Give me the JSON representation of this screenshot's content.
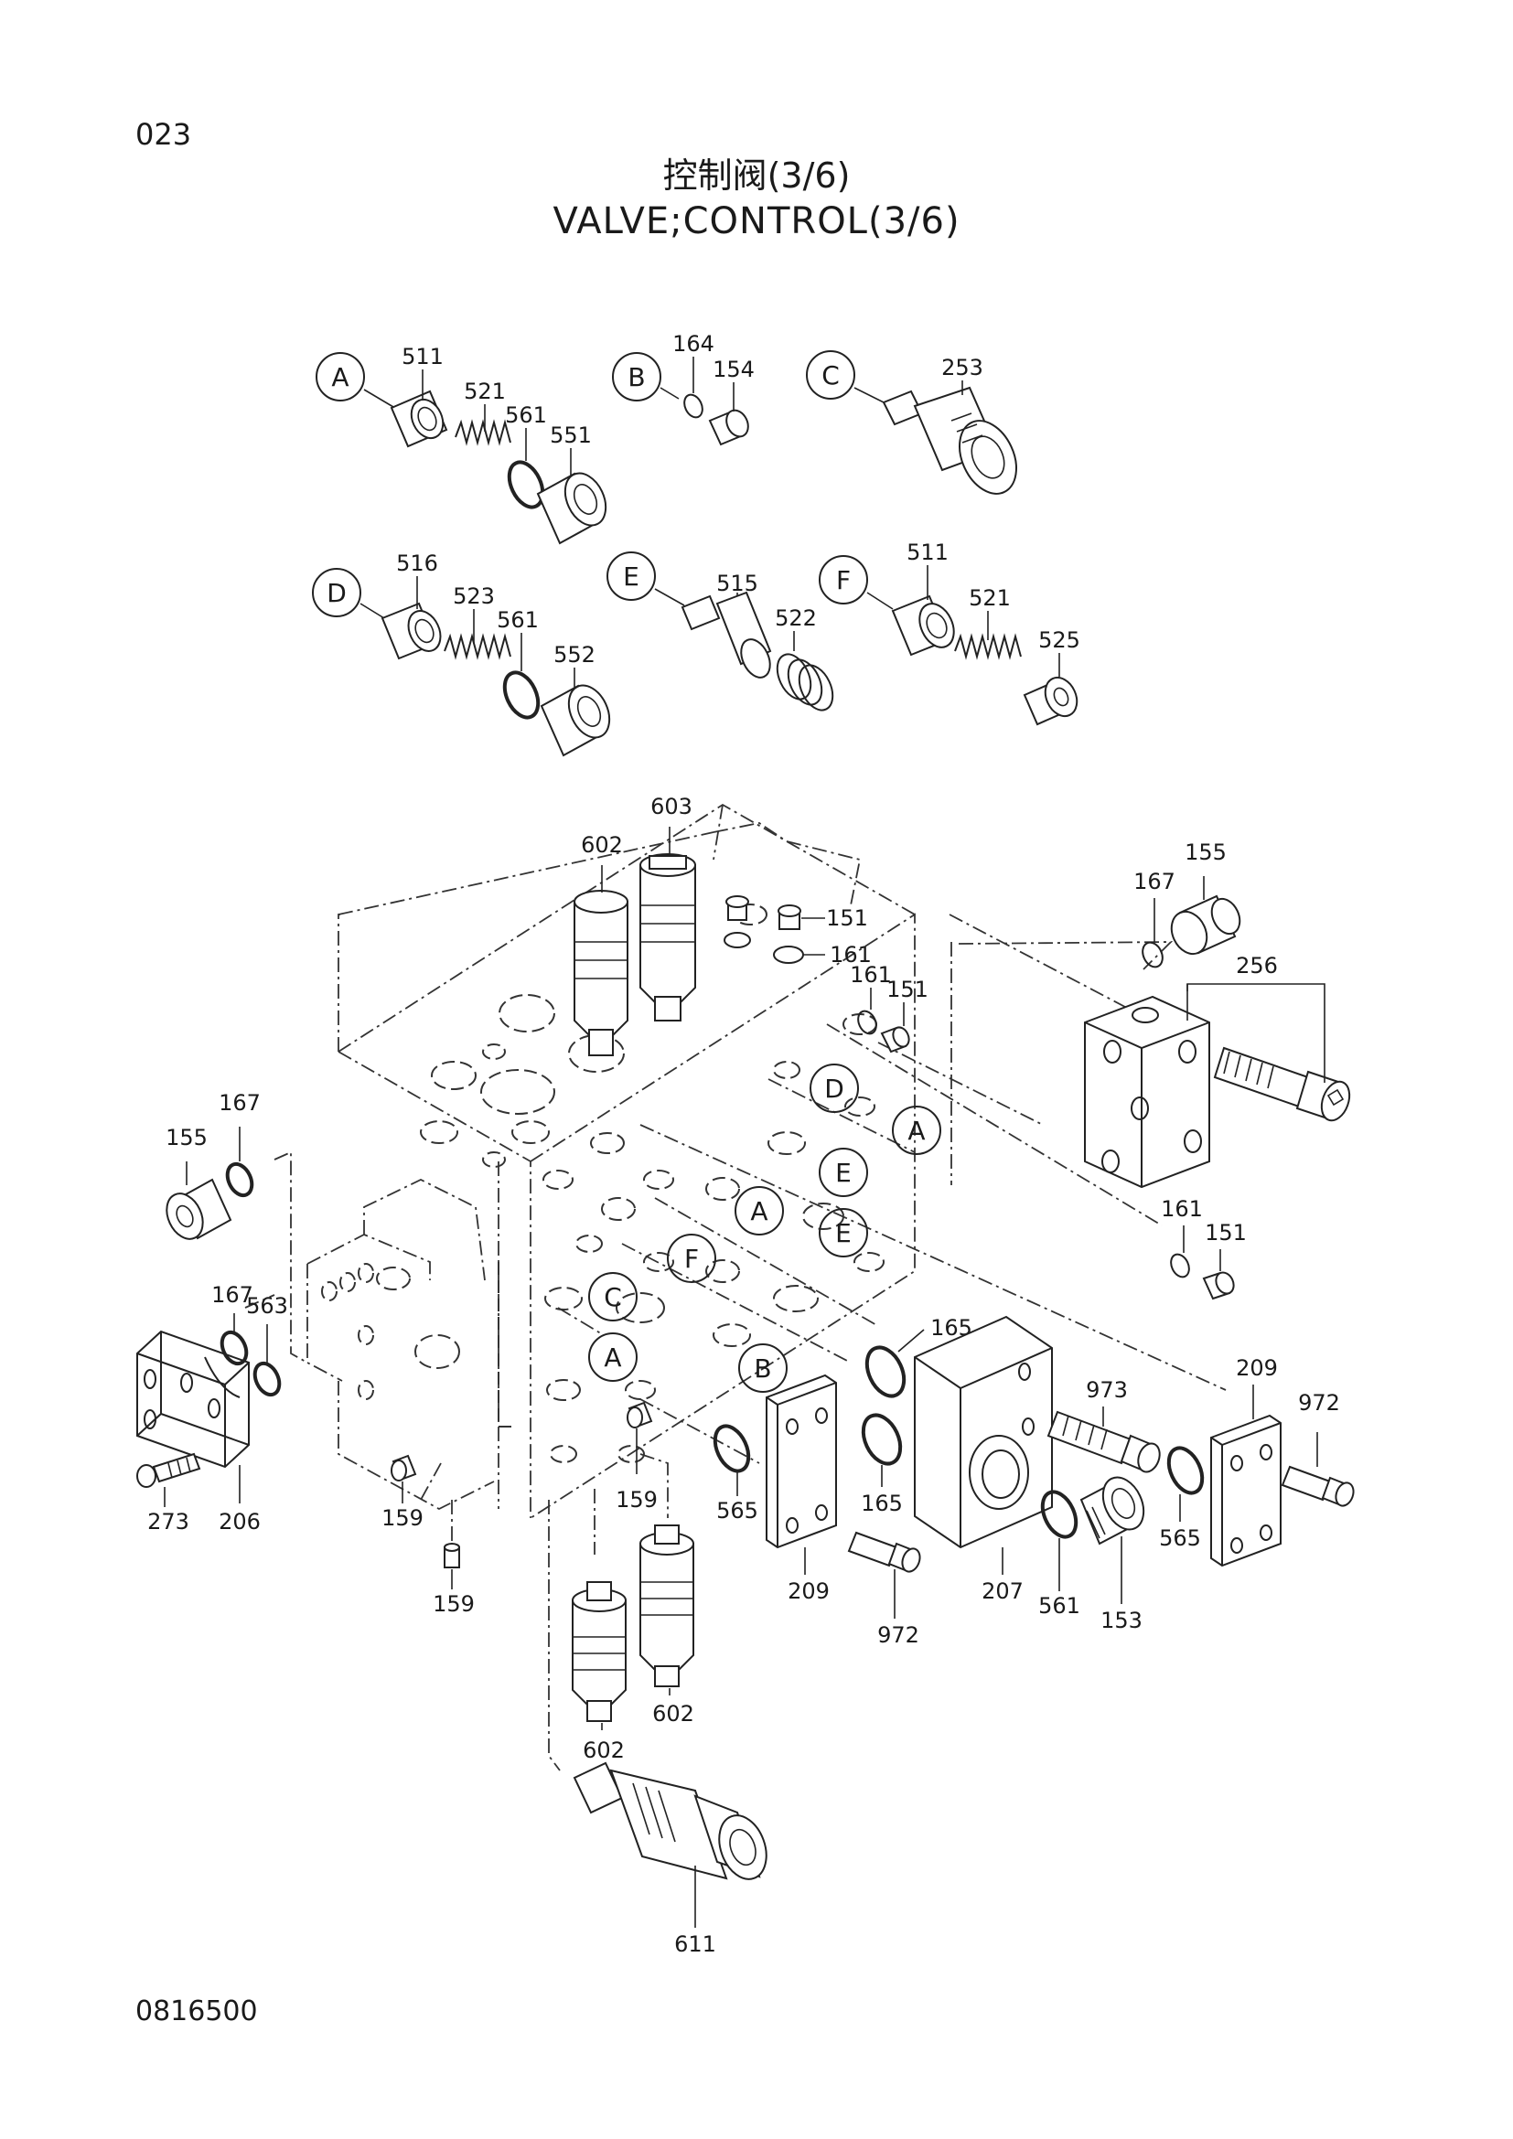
{
  "header": {
    "page_number": "023",
    "title_cn": "控制阀(3/6)",
    "title_en": "VALVE;CONTROL(3/6)"
  },
  "footer": {
    "drawing_no": "0816500"
  },
  "callouts": {
    "A": "A",
    "B": "B",
    "C": "C",
    "D": "D",
    "E": "E",
    "F": "F"
  },
  "parts": {
    "p511": "511",
    "p521": "521",
    "p561": "561",
    "p551": "551",
    "p164": "164",
    "p154": "154",
    "p253": "253",
    "p516": "516",
    "p523": "523",
    "p552": "552",
    "p515": "515",
    "p522": "522",
    "p525": "525",
    "p603": "603",
    "p602": "602",
    "p151": "151",
    "p161": "161",
    "p167": "167",
    "p155": "155",
    "p256": "256",
    "p563": "563",
    "p273": "273",
    "p206": "206",
    "p159": "159",
    "p165": "165",
    "p973": "973",
    "p209": "209",
    "p972": "972",
    "p565": "565",
    "p207": "207",
    "p153": "153",
    "p611": "611"
  }
}
